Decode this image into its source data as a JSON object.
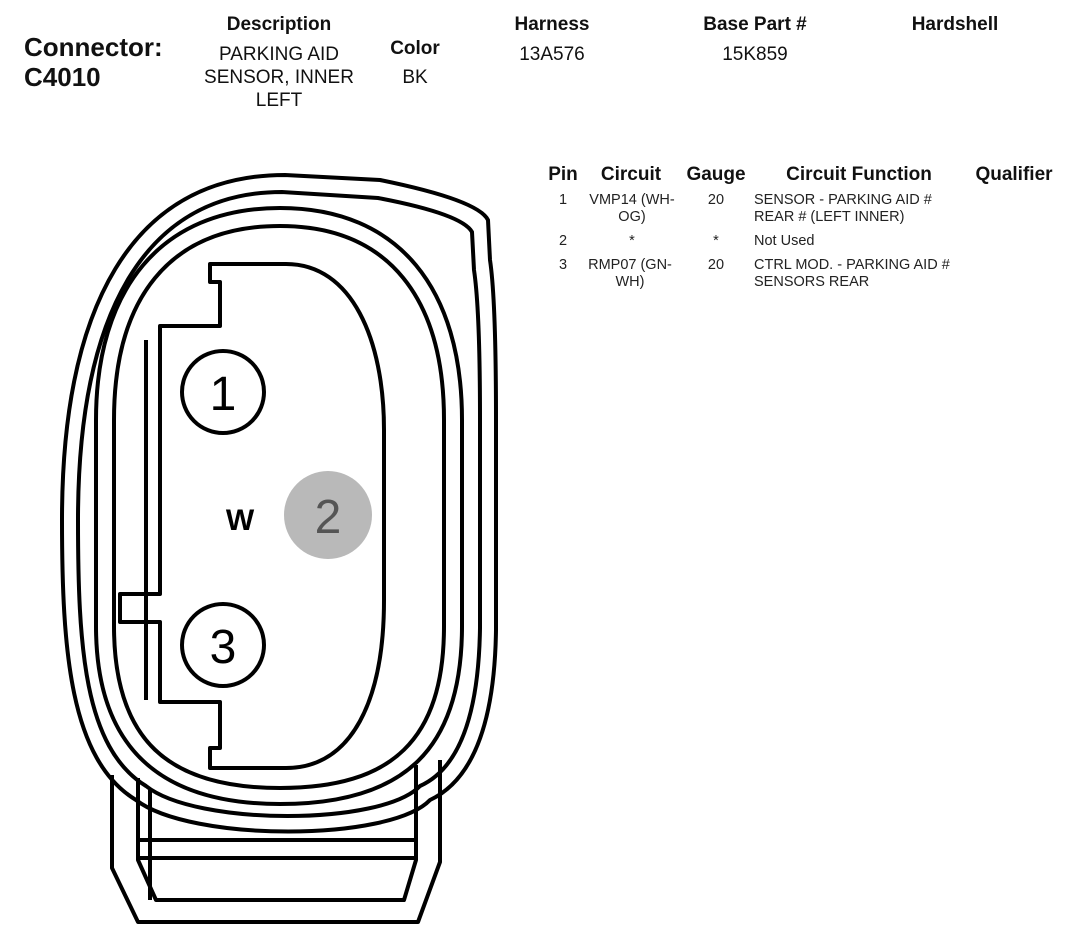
{
  "connector": {
    "label": "Connector:",
    "id": "C4010",
    "description_label": "Description",
    "description": "PARKING AID SENSOR, INNER LEFT",
    "color_label": "Color",
    "color": "BK",
    "harness_label": "Harness",
    "harness": "13A576",
    "base_part_label": "Base Part #",
    "base_part": "15K859",
    "hardshell_label": "Hardshell"
  },
  "table": {
    "headers": {
      "pin": "Pin",
      "circuit": "Circuit",
      "gauge": "Gauge",
      "function": "Circuit Function",
      "qualifier": "Qualifier"
    },
    "rows": [
      {
        "pin": "1",
        "circuit": "VMP14 (WH-OG)",
        "gauge": "20",
        "function": "SENSOR - PARKING AID # REAR # (LEFT INNER)",
        "qualifier": ""
      },
      {
        "pin": "2",
        "circuit": "*",
        "gauge": "*",
        "function": "Not Used",
        "qualifier": ""
      },
      {
        "pin": "3",
        "circuit": "RMP07 (GN-WH)",
        "gauge": "20",
        "function": "CTRL MOD. - PARKING AID # SENSORS REAR",
        "qualifier": ""
      }
    ]
  },
  "diagram": {
    "pins": [
      {
        "label": "1",
        "state": "used"
      },
      {
        "label": "2",
        "state": "not-used"
      },
      {
        "label": "3",
        "state": "used"
      }
    ],
    "key_mark": "W",
    "colors": {
      "outline": "#000000",
      "unused_pin_fill": "#b9b9b9",
      "unused_pin_text": "#555555"
    }
  }
}
